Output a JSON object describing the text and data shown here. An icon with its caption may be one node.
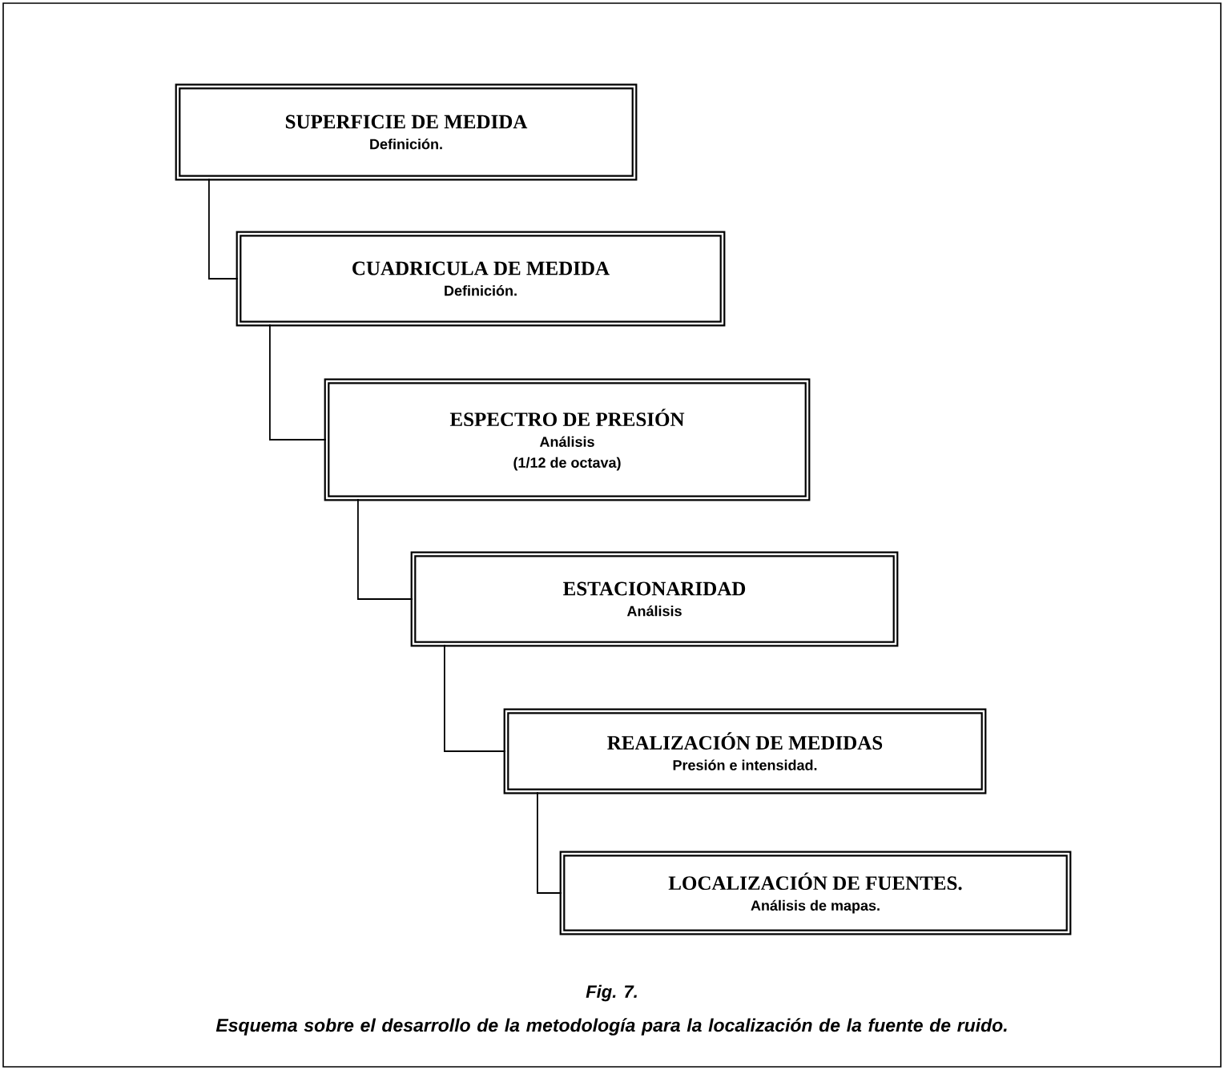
{
  "diagram": {
    "caption": "Esquema sobre el desarrollo de la metodología para la localización de la fuente de ruido.",
    "nodes": [
      {
        "text": [
          "SUPERFICIE DE MEDIDA",
          "Definición."
        ]
      },
      {
        "text": [
          "CUADRICULA DE MEDIDA",
          "Definición."
        ]
      },
      {
        "text": [
          "ESPECTRO DE PRESIÓN",
          "Análisis",
          "(1/12 de octava)"
        ]
      },
      {
        "text": [
          "ESTACIONARIDAD",
          "Análisis"
        ]
      },
      {
        "text": [
          "REALIZACIÓN DE MEDIDAS",
          "Presión e intensidad."
        ]
      },
      {
        "text": [
          "LOCALIZACIÓN DE FUENTES.",
          "Análisis de mapas."
        ]
      }
    ],
    "edges": [
      {
        "from": 0,
        "to": 1,
        "arrow": "none"
      },
      {
        "from": 1,
        "to": 2,
        "arrow": "none"
      },
      {
        "from": 2,
        "to": 3,
        "arrow": "none"
      },
      {
        "from": 3,
        "to": 4,
        "arrow": "none"
      },
      {
        "from": 4,
        "to": 5,
        "arrow": "none"
      }
    ],
    "labels": [
      "Fig. 7."
    ]
  }
}
